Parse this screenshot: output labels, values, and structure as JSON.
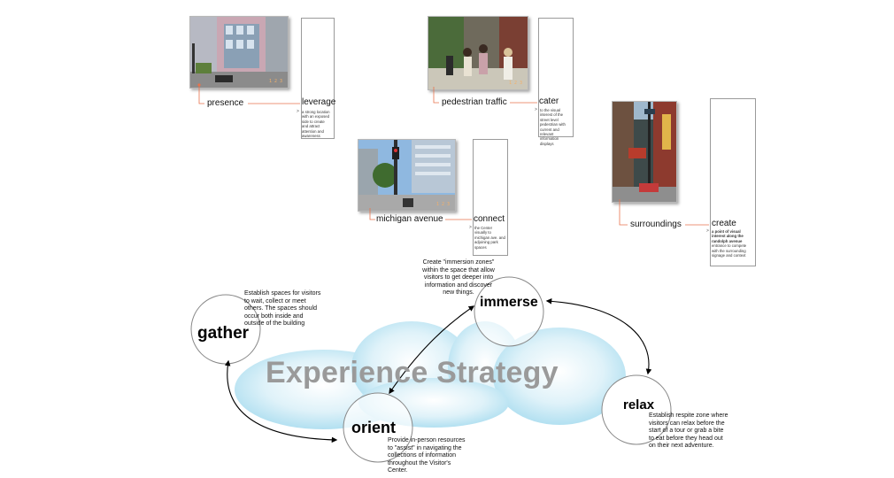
{
  "photos": {
    "presence": {
      "stamp": "1 2 3"
    },
    "pedestrian": {
      "stamp": "1 2 3"
    },
    "michigan": {
      "stamp": "1 2 3"
    },
    "surroundings": {
      "stamp": ""
    }
  },
  "sites": [
    {
      "label": "presence",
      "verb": "leverage",
      "desc": "a strong location with an exposed side to create and attract attention and awareness"
    },
    {
      "label": "pedestrian traffic",
      "verb": "cater",
      "desc": "to the visual interest of the street level pedestrian with current and relevant information displays"
    },
    {
      "label": "michigan avenue",
      "verb": "connect",
      "desc": "the Center visually to michigan ave. and adjoining park spaces"
    },
    {
      "label": "surroundings",
      "verb": "create",
      "desc_bold": "a point of visual interest along the randolph avenue",
      "desc": "entrance to compete with the surrounding signage and context"
    }
  ],
  "diagram": {
    "title": "Experience Strategy",
    "nodes": {
      "gather": {
        "word": "gather",
        "note": "Establish spaces for visitors to wait, collect or meet others.  The spaces should occur both inside and outside of the building"
      },
      "immerse": {
        "word": "immerse",
        "note": "Create \"immersion zones\" within the space that allow visitors to get deeper into information and discover new things."
      },
      "orient": {
        "word": "orient",
        "note": "Provide in-person resources to \"assist\" in navigating the collections of information throughout the Visitor's Center."
      },
      "relax": {
        "word": "relax",
        "note": "Establish respite zone where visitors can relax before the start of a tour or grab a bite to eat before they head out on their next adventure."
      }
    }
  },
  "colors": {
    "leader": "#e8734d",
    "cloud_fill": "#b7e3f2",
    "title": "#9a9a9a"
  }
}
